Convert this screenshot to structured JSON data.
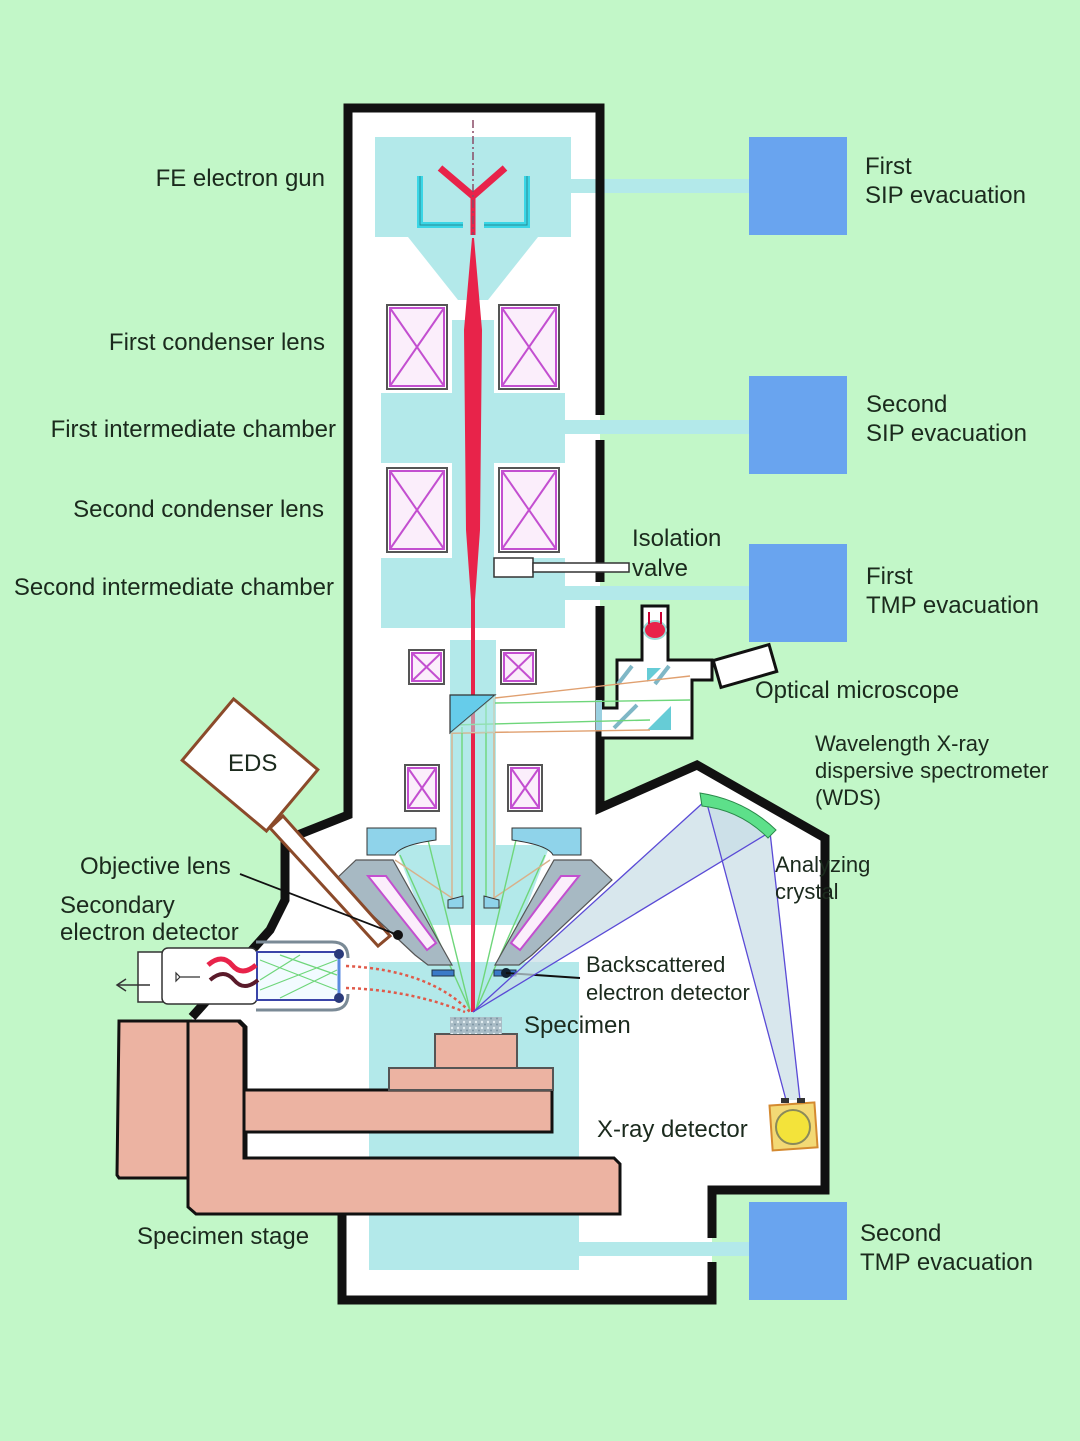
{
  "title": "FE-SEM with EDS and WDS schematic",
  "colors": {
    "background": "#c2f7c8",
    "chamber": "#b3e9ea",
    "beam": "#e8234a",
    "pump": "#69a4ef",
    "stage": "#ecb3a2",
    "coil": "#c34fd0",
    "crystal": "#5de08a",
    "xray_detector": "#f3e33a"
  },
  "labels": {
    "fe_gun": "FE electron gun",
    "first_condenser": "First condenser lens",
    "first_intermediate": "First intermediate chamber",
    "second_condenser": "Second condenser lens",
    "second_intermediate": "Second intermediate chamber",
    "eds": "EDS",
    "objective_lens": "Objective lens",
    "se_detector_line1": "Secondary",
    "se_detector_line2": "electron detector",
    "specimen": "Specimen",
    "specimen_stage": "Specimen stage",
    "isolation_valve_line1": "Isolation",
    "isolation_valve_line2": "valve",
    "optical_microscope": "Optical microscope",
    "wds_line1": "Wavelength X-ray",
    "wds_line2": "dispersive spectrometer",
    "wds_line3": "(WDS)",
    "crystal_line1": "Analyzing",
    "crystal_line2": "crystal",
    "bse_line1": "Backscattered",
    "bse_line2": "electron detector",
    "xray_detector": "X-ray detector"
  },
  "pumps": [
    {
      "line1": "First",
      "line2": "SIP evacuation"
    },
    {
      "line1": "Second",
      "line2": "SIP evacuation"
    },
    {
      "line1": "First",
      "line2": "TMP evacuation"
    },
    {
      "line1": "Second",
      "line2": "TMP evacuation"
    }
  ]
}
